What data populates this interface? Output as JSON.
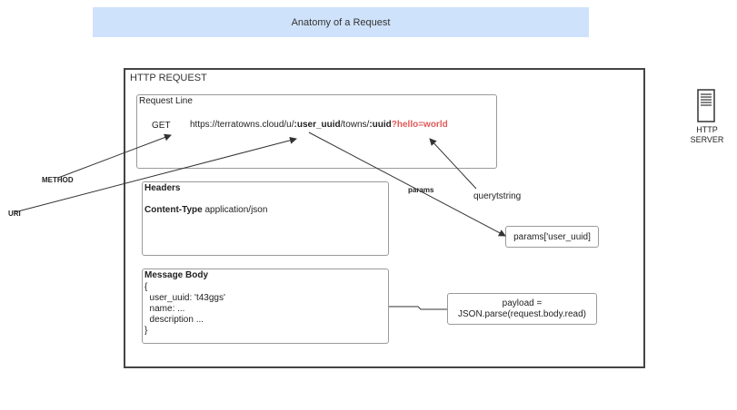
{
  "title": "Anatomy of a Request",
  "http_request": {
    "label": "HTTP REQUEST",
    "request_line": {
      "label": "Request Line",
      "method": "GET",
      "url_prefix": "https://terratowns.cloud/u/",
      "url_param_user": ":user_uuid",
      "url_mid": "/towns/",
      "url_param_uuid": ":uuid",
      "url_query": "?hello=world"
    },
    "headers": {
      "label": "Headers",
      "content_type_key": "Content-Type",
      "content_type_value": " application/json"
    },
    "message_body": {
      "label": "Message Body",
      "lines": [
        "{",
        "  user_uuid: 't43ggs'",
        "  name: ...",
        "  description ...",
        "}"
      ]
    }
  },
  "annotations": {
    "method": "METHOD",
    "uri": "URI",
    "params": "params",
    "querystring": "querytstring"
  },
  "params_box": "params['user_uuid]",
  "payload_box": {
    "line1": "payload =",
    "line2": "JSON.parse(request.body.read)"
  },
  "server": {
    "line1": "HTTP",
    "line2": "SERVER",
    "icon": "server-icon"
  },
  "colors": {
    "title_bg": "#cfe2fb",
    "query_highlight": "#e05a5a",
    "frame_border": "#444444"
  }
}
